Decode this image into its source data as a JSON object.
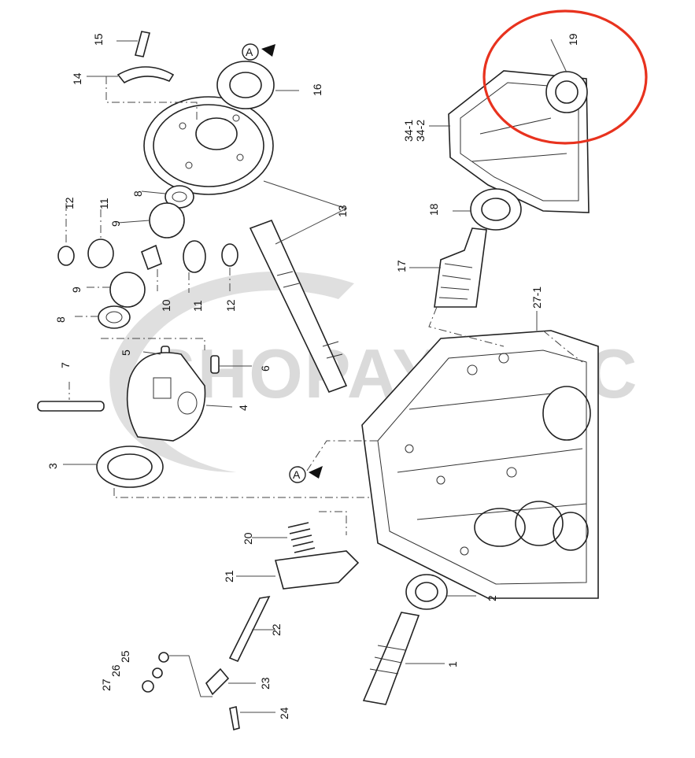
{
  "watermark": {
    "text": "SHOPAYTRAC",
    "color": "#bdbdbd"
  },
  "highlight": {
    "color": "#e8321e",
    "target_label": "19"
  },
  "labels": {
    "p1": "1",
    "p2": "2",
    "p3": "3",
    "p4": "4",
    "p5": "5",
    "p6": "6",
    "p7": "7",
    "p8a": "8",
    "p8b": "8",
    "p9a": "9",
    "p9b": "9",
    "p10": "10",
    "p11a": "11",
    "p11b": "11",
    "p12a": "12",
    "p12b": "12",
    "p13": "13",
    "p14": "14",
    "p15": "15",
    "p16": "16",
    "p17": "17",
    "p18": "18",
    "p19": "19",
    "p20": "20",
    "p21": "21",
    "p22": "22",
    "p23": "23",
    "p24": "24",
    "p25": "25",
    "p26": "26",
    "p27": "27",
    "p27_1": "27-1",
    "p34_1": "34-1",
    "p34_2": "34-2"
  },
  "symbols": {
    "front_arrow": "A"
  }
}
